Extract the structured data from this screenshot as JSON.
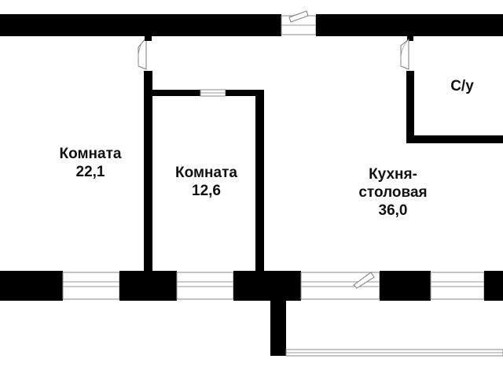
{
  "rooms": [
    {
      "id": "room-1",
      "name": "Комната",
      "area": "22,1"
    },
    {
      "id": "room-2",
      "name": "Комната",
      "area": "12,6"
    },
    {
      "id": "kitchen",
      "name_line1": "Кухня-",
      "name_line2": "столовая",
      "area": "36,0"
    },
    {
      "id": "bathroom",
      "name": "С/у"
    }
  ],
  "colors": {
    "wall": "#000000",
    "background": "#ffffff",
    "fixture": "#8a8a8a"
  }
}
